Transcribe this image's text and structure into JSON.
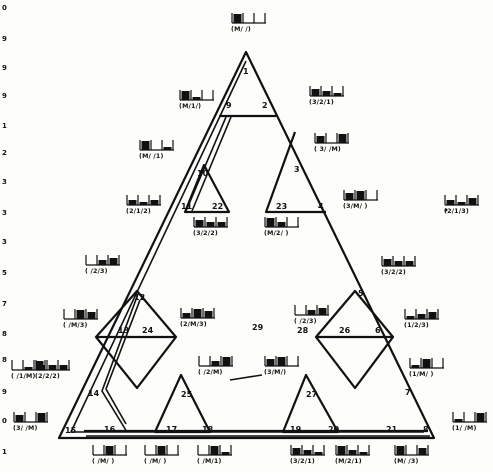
{
  "diagram": {
    "region_numbers": [
      "1",
      "2",
      "3",
      "4",
      "5",
      "6",
      "7",
      "8",
      "9",
      "10",
      "11",
      "12",
      "13",
      "14",
      "15",
      "16",
      "17",
      "18",
      "19",
      "20",
      "21",
      "22",
      "23",
      "24",
      "25",
      "26",
      "27",
      "28",
      "29"
    ],
    "labels": [
      "(M/ /)",
      "(M/1/)",
      "(M/ /1)",
      "(2/1/2)",
      "(3/2/1)",
      "( 3/ /M)",
      "(3/M/ )",
      "(3/2/2)",
      "(M/2/ )",
      "( /2/3)",
      "( /M/3)",
      "(3/2/2)",
      "( /2/3)",
      "(1/2/3)",
      "(2/M/3)",
      "(2/2/2)",
      "( /2/M)",
      "(3/M/)",
      "(1/M/ )",
      "(3/ /M)",
      "(1/ /M)",
      "( /M/ )",
      "( /M/ )",
      "( /M/1)",
      "(3/2/1)",
      "(M/2/1)",
      "(M/ /3)",
      "(2/1/3)",
      "( /1/M)"
    ],
    "left_ticks": [
      "0",
      "9",
      "9",
      "9",
      "1",
      "2",
      "3",
      "3",
      "3",
      "5",
      "7",
      "8",
      "8",
      "9",
      "0",
      "1"
    ]
  }
}
